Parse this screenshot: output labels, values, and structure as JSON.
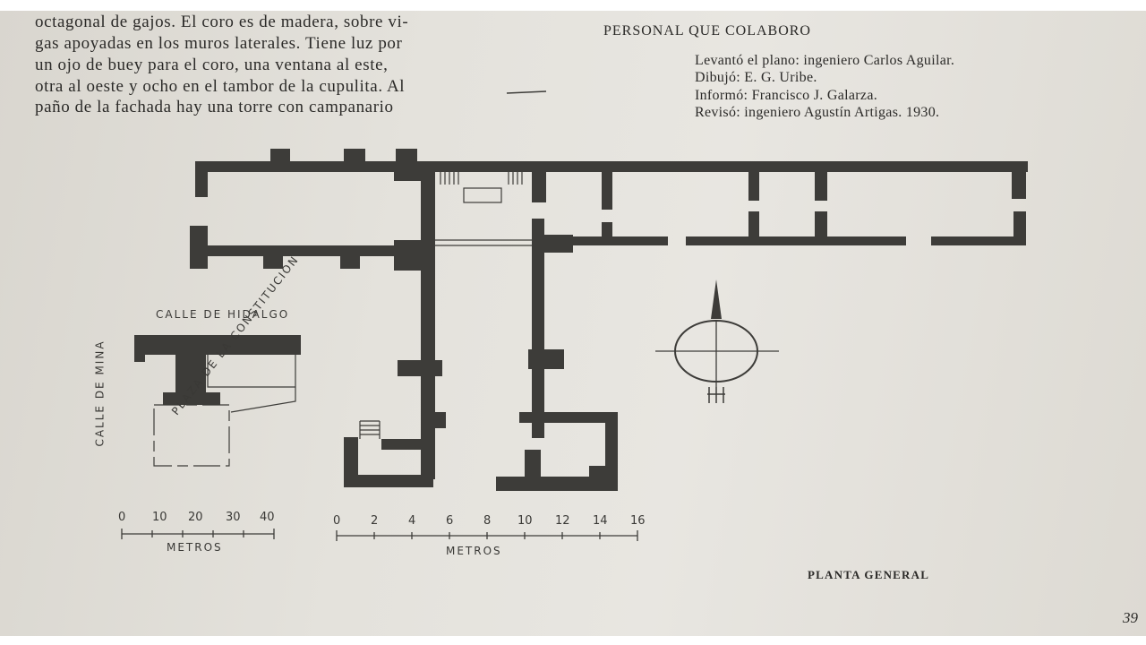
{
  "body_text": [
    "octagonal de gajos. El coro es de madera, sobre vi-",
    "gas apoyadas en los muros laterales. Tiene luz por",
    "un ojo de buey para el coro, una ventana al este,",
    "otra al oeste y ocho en el tambor de la cupulita. Al",
    "paño de la fachada hay una torre con campanario"
  ],
  "credits": {
    "title": "PERSONAL QUE COLABORO",
    "lines": [
      "Levantó el plano: ingeniero Carlos Aguilar.",
      "Dibujó: E. G. Uribe.",
      "Informó: Francisco J. Galarza.",
      "Revisó: ingeniero Agustín Artigas. 1930."
    ]
  },
  "site_plan": {
    "street_top": "CALLE DE HIDALGO",
    "street_left": "CALLE DE MINA",
    "square": "PLAZA DE LA CONSTITUCION",
    "scale_ticks": [
      "0",
      "10",
      "20",
      "30",
      "40"
    ],
    "scale_unit": "METROS"
  },
  "main_plan": {
    "scale_ticks": [
      "0",
      "2",
      "4",
      "6",
      "8",
      "10",
      "12",
      "14",
      "16"
    ],
    "scale_unit": "METROS"
  },
  "north_label": "N",
  "figure_caption": "PLANTA GENERAL",
  "page_number": "39",
  "colors": {
    "paper": "#e4e2dc",
    "ink": "#3d3c39",
    "text": "#2b2a28"
  }
}
